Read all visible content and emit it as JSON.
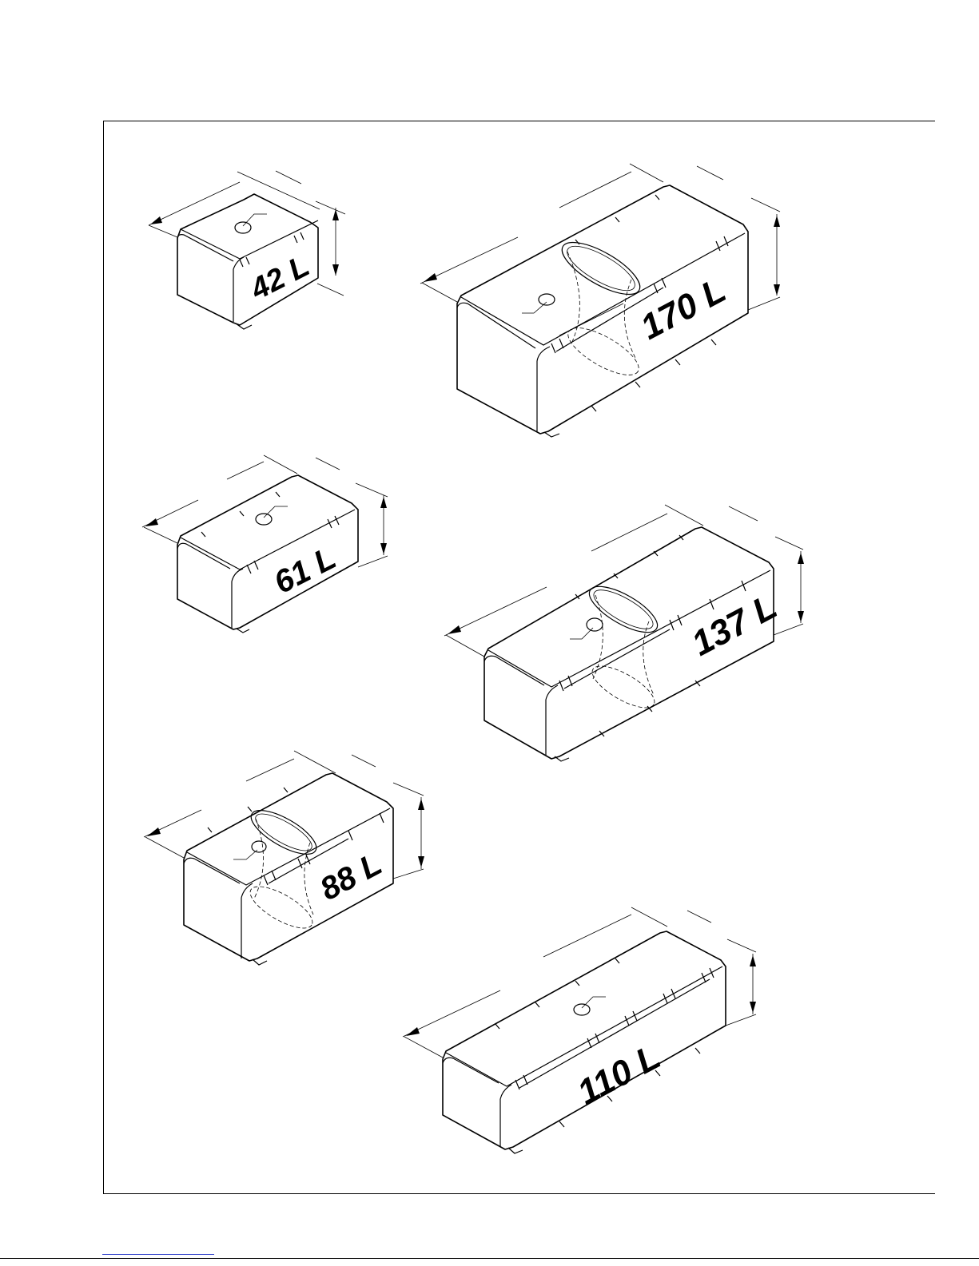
{
  "tanks": [
    {
      "id": "42",
      "label": "42 L"
    },
    {
      "id": "170",
      "label": "170 L"
    },
    {
      "id": "61",
      "label": "61 L"
    },
    {
      "id": "137",
      "label": "137 L"
    },
    {
      "id": "88",
      "label": "88 L"
    },
    {
      "id": "110",
      "label": "110 L"
    }
  ],
  "colors": {
    "line": "#000000",
    "background": "#ffffff",
    "link": "#3344cc"
  }
}
